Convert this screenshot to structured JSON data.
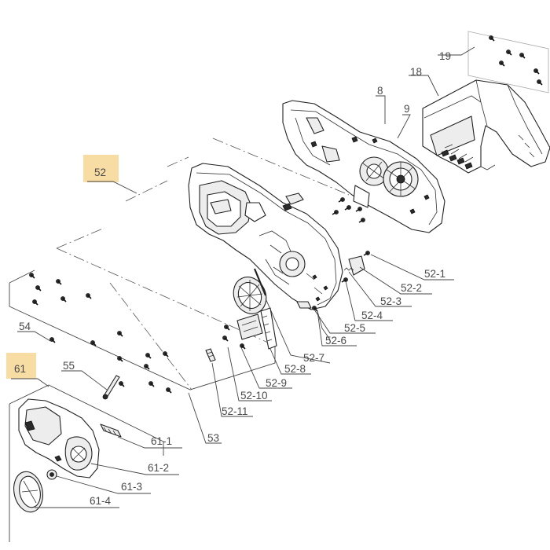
{
  "highlight_color": "#f7dca4",
  "callouts": {
    "c19": "19",
    "c18": "18",
    "c8": "8",
    "c9": "9",
    "c52": "52",
    "c52_1": "52-1",
    "c52_2": "52-2",
    "c52_3": "52-3",
    "c52_4": "52-4",
    "c52_5": "52-5",
    "c52_6": "52-6",
    "c52_7": "52-7",
    "c52_8": "52-8",
    "c52_9": "52-9",
    "c52_10": "52-10",
    "c52_11": "52-11",
    "c53": "53",
    "c54": "54",
    "c55": "55",
    "c61": "61",
    "c61_1": "61-1",
    "c61_2": "61-2",
    "c61_3": "61-3",
    "c61_4": "61-4"
  }
}
